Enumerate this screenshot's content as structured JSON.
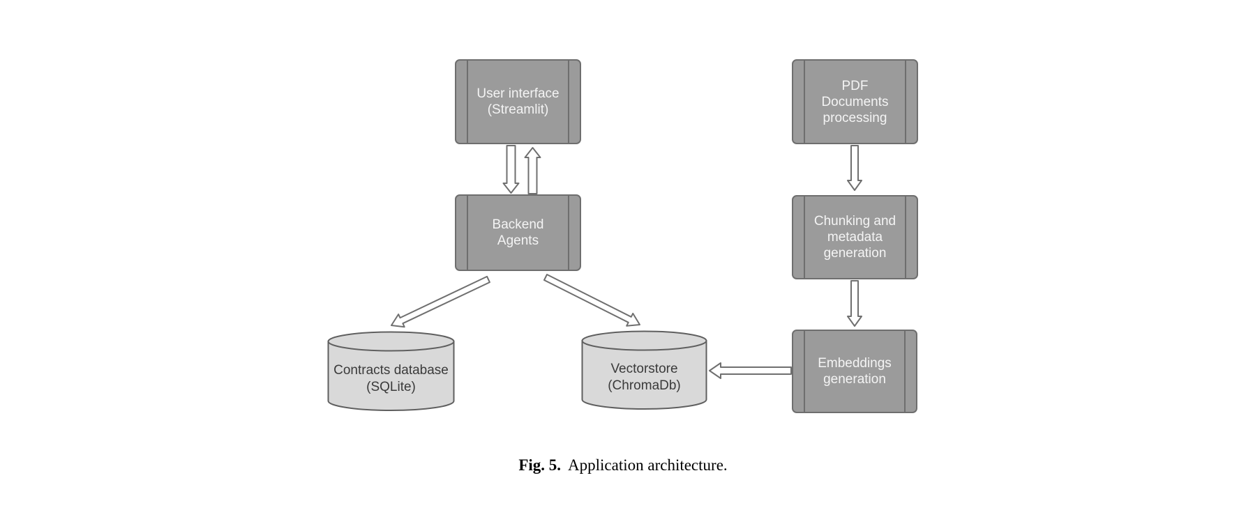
{
  "figure": {
    "caption_label": "Fig. 5.",
    "caption_text": "Application architecture."
  },
  "diagram": {
    "nodes": {
      "user_interface": {
        "type": "process",
        "lines": [
          "User interface",
          "(Streamlit)"
        ]
      },
      "backend_agents": {
        "type": "process",
        "lines": [
          "Backend",
          "Agents"
        ]
      },
      "pdf_processing": {
        "type": "process",
        "lines": [
          "PDF",
          "Documents",
          "processing"
        ]
      },
      "chunking_metadata": {
        "type": "process",
        "lines": [
          "Chunking and",
          "metadata",
          "generation"
        ]
      },
      "embeddings_generation": {
        "type": "process",
        "lines": [
          "Embeddings",
          "generation"
        ]
      },
      "contracts_database": {
        "type": "database",
        "lines": [
          "Contracts database",
          "(SQLite)"
        ]
      },
      "vectorstore": {
        "type": "database",
        "lines": [
          "Vectorstore",
          "(ChromaDb)"
        ]
      }
    },
    "connections": [
      {
        "from": "user_interface",
        "to": "backend_agents"
      },
      {
        "from": "backend_agents",
        "to": "user_interface"
      },
      {
        "from": "backend_agents",
        "to": "contracts_database"
      },
      {
        "from": "backend_agents",
        "to": "vectorstore"
      },
      {
        "from": "pdf_processing",
        "to": "chunking_metadata"
      },
      {
        "from": "chunking_metadata",
        "to": "embeddings_generation"
      },
      {
        "from": "embeddings_generation",
        "to": "vectorstore"
      }
    ]
  },
  "colors": {
    "node_fill": "#9b9b9b",
    "node_border": "#6e6e6e",
    "node_text": "#f4f4f4",
    "cylinder_fill": "#d9d9d9",
    "cylinder_border": "#5f5f5f",
    "cylinder_text": "#3a3a3a",
    "arrow_fill": "#ffffff",
    "arrow_stroke": "#6f6f6f",
    "background": "#ffffff",
    "caption_color": "#000000"
  }
}
